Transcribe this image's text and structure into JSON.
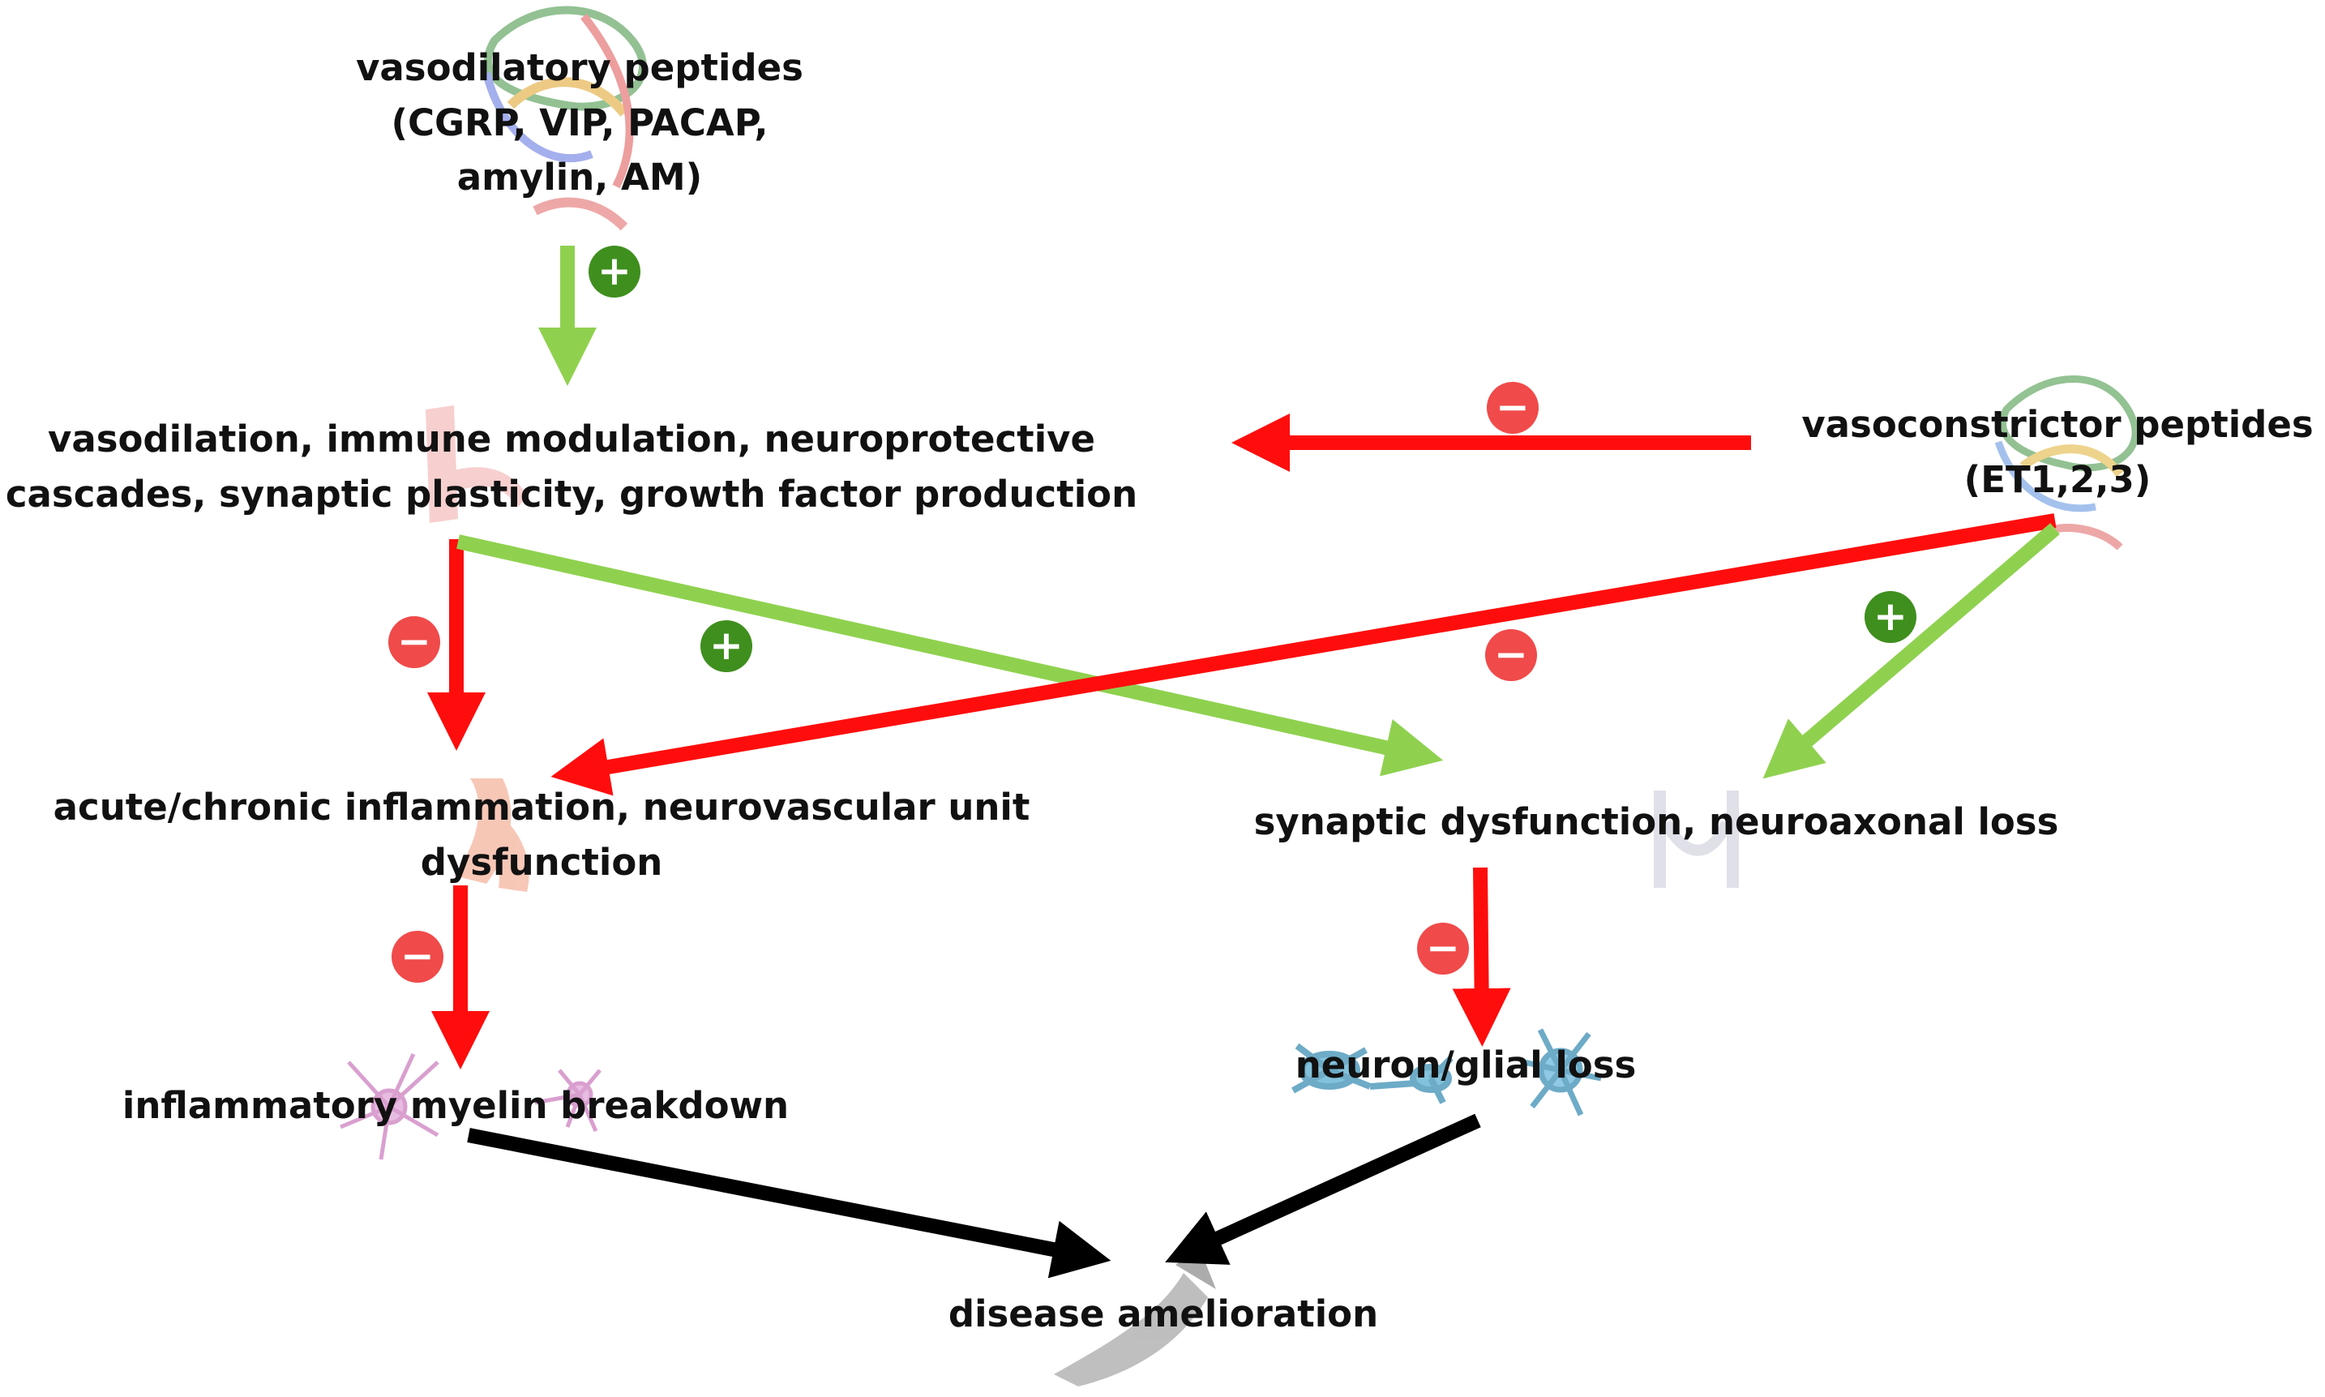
{
  "nodes": {
    "vasodilatory": {
      "lines": [
        "vasodilatory peptides",
        "(CGRP, VIP, PACAP,",
        "amylin, AM)"
      ]
    },
    "vasoconstrictor": {
      "lines": [
        "vasoconstrictor peptides",
        "(ET1,2,3)"
      ]
    },
    "protective": {
      "lines": [
        "vasodilation, immune modulation, neuroprotective",
        "cascades, synaptic plasticity, growth factor production"
      ]
    },
    "inflammation": {
      "lines": [
        "acute/chronic inflammation, neurovascular unit",
        "dysfunction"
      ]
    },
    "synaptic": {
      "lines": [
        "synaptic dysfunction, neuroaxonal loss"
      ]
    },
    "myelin": {
      "lines": [
        "inflammatory myelin breakdown"
      ]
    },
    "neuron": {
      "lines": [
        "neuron/glial loss"
      ]
    },
    "disease": {
      "lines": [
        "disease amelioration"
      ]
    }
  },
  "signs": {
    "plus": "+",
    "minus": "−"
  },
  "colors": {
    "inhibit": "#ff0d0d",
    "activate": "#8fd14f",
    "outcome": "#000000",
    "plus_badge": "#3f8f1e",
    "minus_badge": "#f04a4a"
  },
  "icons": [
    "protein-structure-icon",
    "blood-vessel-icon",
    "synapse-icon",
    "microglia-icon",
    "astrocyte-icon",
    "oligodendrocyte-icon",
    "crowd-arrow-icon"
  ]
}
